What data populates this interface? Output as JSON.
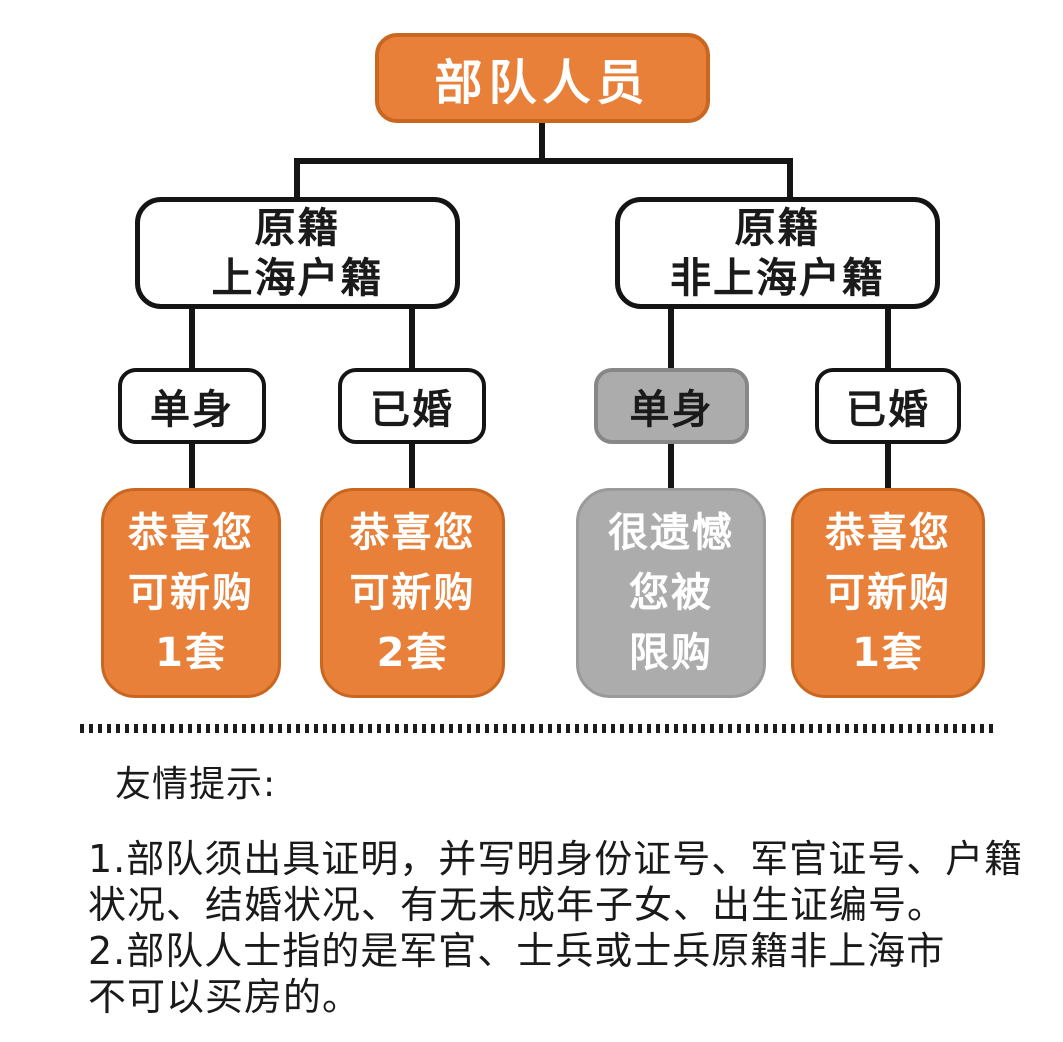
{
  "diagram": {
    "root": {
      "label": "部队人员"
    },
    "branches": [
      {
        "line1": "原籍",
        "line2": "上海户籍"
      },
      {
        "line1": "原籍",
        "line2": "非上海户籍"
      }
    ],
    "status_nodes": [
      {
        "label": "单身",
        "variant": "white"
      },
      {
        "label": "已婚",
        "variant": "white"
      },
      {
        "label": "单身",
        "variant": "gray"
      },
      {
        "label": "已婚",
        "variant": "white"
      }
    ],
    "result_nodes": [
      {
        "lines": [
          "恭喜您",
          "可新购",
          "1套"
        ],
        "variant": "orange"
      },
      {
        "lines": [
          "恭喜您",
          "可新购",
          "2套"
        ],
        "variant": "orange"
      },
      {
        "lines": [
          "很遗憾",
          "您被",
          "限购"
        ],
        "variant": "gray"
      },
      {
        "lines": [
          "恭喜您",
          "可新购",
          "1套"
        ],
        "variant": "orange"
      }
    ]
  },
  "notes": {
    "title": "友情提示:",
    "items": [
      {
        "lines": [
          "1.部队须出具证明，并写明身份证号、军官证号、户籍",
          "状况、结婚状况、有无未成年子女、出生证编号。"
        ]
      },
      {
        "lines": [
          "2.部队人士指的是军官、士兵或士兵原籍非上海市",
          "不可以买房的。"
        ]
      }
    ]
  },
  "colors": {
    "orange_fill": "#E8803A",
    "orange_border": "#C9661F",
    "gray_fill": "#ACACAC",
    "gray_border": "#878787",
    "line_black": "#141414",
    "text_black": "#1A1A1A"
  }
}
